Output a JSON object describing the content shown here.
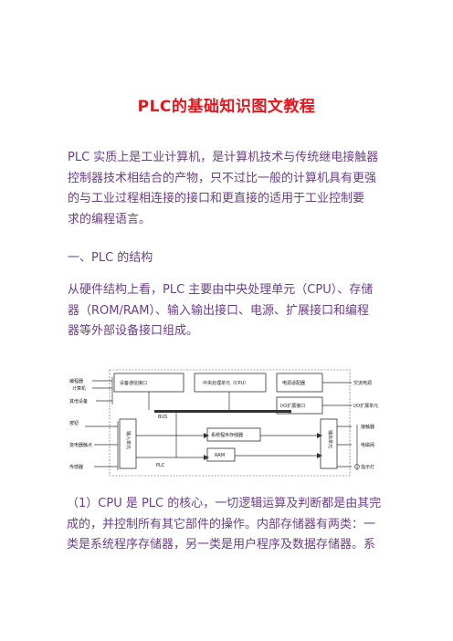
{
  "title": "PLC的基础知识图文教程",
  "intro": [
    "PLC 实质上是工业计算机，是计算机技术与传统继电接触器",
    "控制器技术相结合的产物，只不过比一般的计算机具有更强",
    "的与工业过程相连接的接口和更直接的适用于工业控制要",
    "求的编程语言。"
  ],
  "section_heading": "一、PLC 的结构",
  "structure_para": [
    "从硬件结构上看，PLC 主要由中央处理单元（CPU）、存储",
    "器（ROM/RAM）、输入输出接口、电源、扩展接口和编程",
    "器等外部设备接口组成。"
  ],
  "diagram": {
    "left_labels": [
      "编程器",
      "计算机",
      "其他设备",
      "按钮",
      "变电器触点",
      "传感器"
    ],
    "comm_interface": "设备通信接口",
    "cpu": "中央处理单元（CPU）",
    "power": "电源适配器",
    "io_expansion": "I/O扩展接口",
    "bus": "BUS",
    "input_unit": "输入单元",
    "output_unit": "输出单元",
    "system_memory": "系统程序存储器",
    "ram": "RAM",
    "plc": "PLC",
    "right_labels": [
      "交流电源",
      "I/O扩展单元",
      "接触器",
      "电磁阀",
      "指示灯"
    ]
  },
  "cpu_para": [
    "（1）CPU 是 PLC 的核心，一切逻辑运算及判断都是由其完",
    "成的，并控制所有其它部件的操作。内部存储器有两类：一",
    "类是系统程序存储器，另一类是用户程序及数据存储器。系"
  ]
}
